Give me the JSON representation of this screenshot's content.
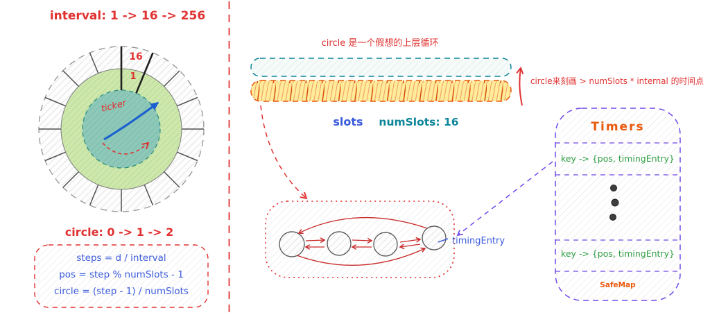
{
  "colors": {
    "red": "#e03131",
    "blue": "#3b5bdb",
    "teal": "#0c8599",
    "green": "#2f9e44",
    "orange": "#e8590c",
    "purple": "#7048e8",
    "slot_yellow": "#ffec99"
  },
  "left": {
    "title": "interval: 1 -> 16 -> 256",
    "wheel": {
      "outer_label": "16",
      "inner_label": "1",
      "ticker_label": "ticker"
    },
    "circle_caption": "circle: 0 -> 1 -> 2",
    "formulas": [
      "steps = d / interval",
      "pos = step % numSlots - 1",
      "circle = (step - 1) / numSlots"
    ]
  },
  "right": {
    "top_note": "circle 是一个假想的上层循环",
    "arrow_note": "circle来刻画 > numSlots * internal 的时间点",
    "slots_label": "slots",
    "numslots_label": "numSlots: 16",
    "timing_entry_label": "timingEntry",
    "timers": {
      "title": "Timers",
      "entries": [
        "key -> {pos, timingEntry}",
        "key -> {pos, timingEntry}"
      ],
      "footer": "SafeMap"
    }
  }
}
